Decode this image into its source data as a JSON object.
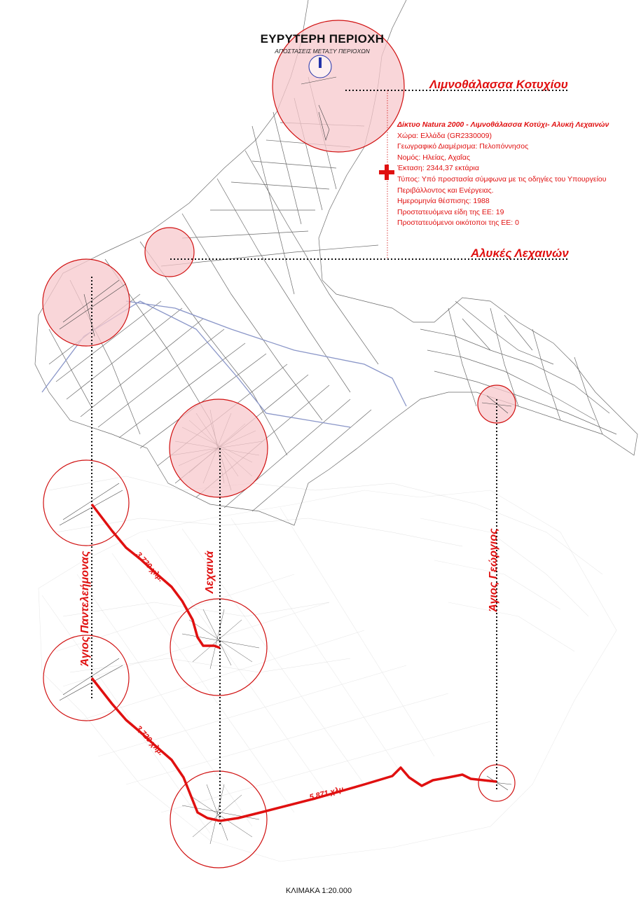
{
  "title": "ΕΥΡΥΤΕΡΗ ΠΕΡΙΟΧΗ",
  "subtitle": "ΑΠΟΣΤΑΣΕΙΣ ΜΕΤΑΞΥ ΠΕΡΙΟΧΩΝ",
  "sites": {
    "kotychi": "Λιμνοθάλασσα Κοτυχίου",
    "alykes": "Αλυκές Λεχαινών"
  },
  "natura_info": {
    "heading": "Δίκτυο Natura 2000 - Λιμνοθάλασσα Κοτύχι- Αλυκή Λεχαινών",
    "lines": [
      "Χώρα: Ελλάδα (GR2330009)",
      "Γεωγραφικό Διαμέρισμα:  Πελοπόννησος",
      "Νομός:  Ηλείας, Αχαΐας",
      "Έκταση: 2344,37 εκτάρια",
      "Τύπος: Υπό προστασία σύμφωνα με τις οδηγίες του Υπουργείου",
      "Περιβάλλοντος και Ενέργειας.",
      "Ημερομηνία θέσπισης: 1988",
      "Προστατευόμενα είδη της ΕΕ: 19",
      "Προστατευόμενοι οικότοποι της ΕΕ: 0"
    ]
  },
  "places": {
    "agios_panteleimonas": "Άγιος Παντελεήμονας",
    "lechaina": "Λεχαινά",
    "agios_georgios": "Άγιος Γεώργιος"
  },
  "distances": {
    "upper": "3,720 χλμ.",
    "lower": "3,720 χλμ.",
    "east": "5,871 χλμ."
  },
  "scale_label": "ΚΛΙΜΑΚΑ 1:20.000",
  "colors": {
    "accent_red": "#e01010",
    "circle_fill": "#f7c8cc",
    "map_lines": "#6a6a6a",
    "river": "#8a96c8"
  },
  "icons": {
    "north_arrow": "north-arrow-icon",
    "marker": "red-cross-marker-icon"
  }
}
